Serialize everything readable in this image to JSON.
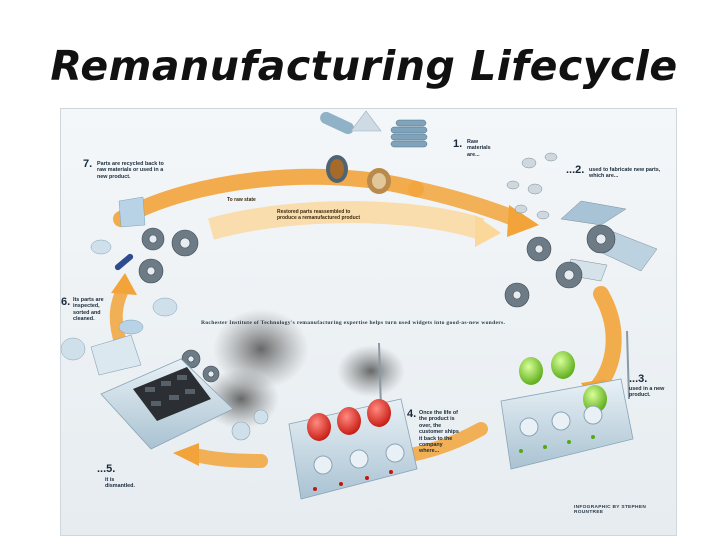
{
  "slide": {
    "title": "Remanufacturing Lifecycle"
  },
  "infographic": {
    "tagline": "Rochester Institute of Technology's remanufacturing expertise helps turn used widgets into good-as-new wonders.",
    "credit": "INFOGRAPHIC BY STEPHEN ROUNTREE",
    "arc_labels": {
      "to_raw": "To raw state",
      "restored": "Restored parts reassembled to produce a remanufactured product"
    },
    "steps": [
      {
        "num": "1.",
        "text": "Raw materials are..."
      },
      {
        "num": "...2.",
        "text": "used to fabricate new parts, which are..."
      },
      {
        "num": "...3.",
        "text": "used in a new product."
      },
      {
        "num": "4.",
        "text": "Once the life of the product is over, the customer ships it back to the company where..."
      },
      {
        "num": "...5.",
        "text": "it is dismantled."
      },
      {
        "num": "6.",
        "text": "Its parts are inspected, sorted and cleaned."
      },
      {
        "num": "7.",
        "text": "Parts are recycled back to raw materials or used in a new product."
      }
    ],
    "colors": {
      "arrow_orange": "#f2a43a",
      "arrow_light": "#fbd79a",
      "device_body": "#cfe0ea",
      "bulb_red": "#e0281f",
      "bulb_green": "#7fd12c",
      "gear_gray": "#6d7b86"
    }
  }
}
